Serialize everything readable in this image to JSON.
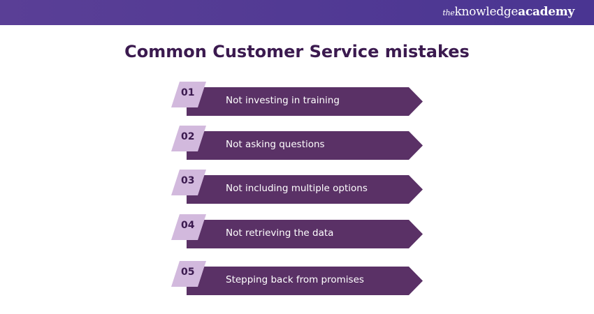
{
  "header": {
    "logo_prefix": "the",
    "logo_main": "knowledge",
    "logo_suffix": "academy"
  },
  "title": "Common Customer Service mistakes",
  "items": [
    {
      "number": "01",
      "label": "Not investing in training"
    },
    {
      "number": "02",
      "label": "Not asking questions"
    },
    {
      "number": "03",
      "label": "Not including multiple options"
    },
    {
      "number": "04",
      "label": "Not retrieving the data"
    },
    {
      "number": "05",
      "label": "Stepping back from promises"
    }
  ],
  "colors": {
    "header": "#4a3592",
    "arrow": "#5a3166",
    "tag": "#d2b9dd",
    "title": "#3b1a4f"
  }
}
